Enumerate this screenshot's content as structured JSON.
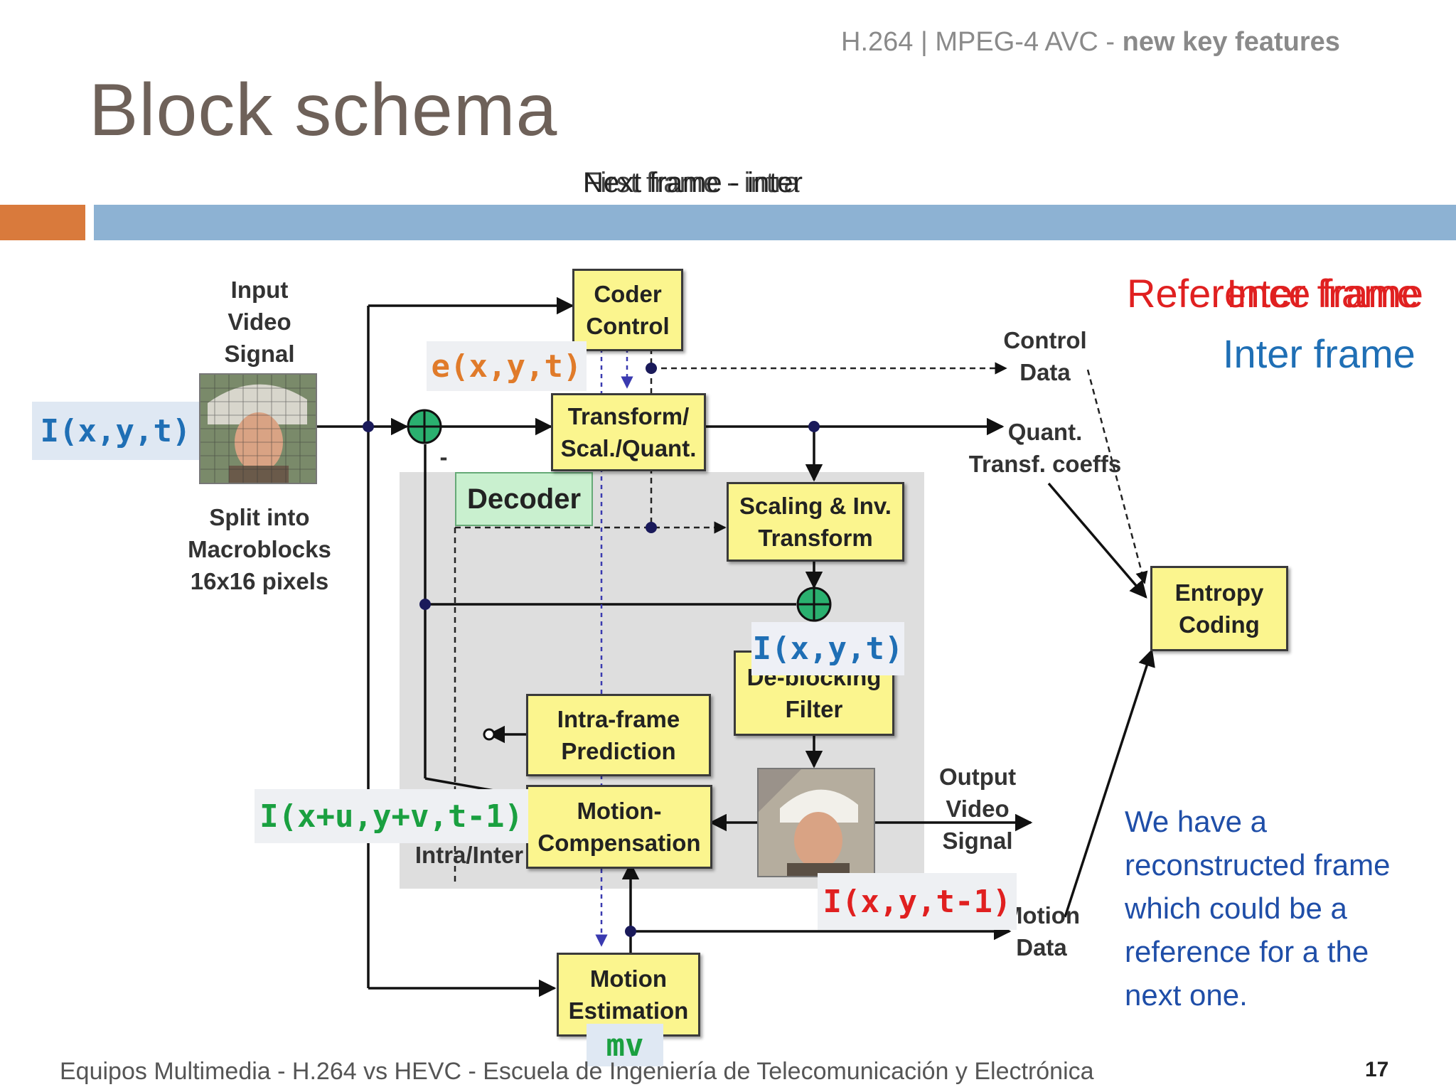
{
  "header": {
    "subtitle_plain": "H.264 | MPEG-4 AVC - ",
    "subtitle_bold": "new key features",
    "title": "Block schema",
    "overlap_text_a": "Next frame - inter",
    "overlap_text_b": "First frame - intra"
  },
  "side": {
    "ref_a": "Reference frame",
    "ref_b": "Inter frame",
    "inter_frame": "Inter frame",
    "note_lines": [
      "We have a",
      "reconstructed frame",
      "which could be a",
      "reference for a the",
      "next one."
    ]
  },
  "diagram": {
    "input_label_lines": [
      "Input",
      "Video",
      "Signal"
    ],
    "split_label_lines": [
      "Split into",
      "Macroblocks",
      "16x16 pixels"
    ],
    "coder_control": [
      "Coder",
      "Control"
    ],
    "transform": [
      "Transform/",
      "Scal./Quant."
    ],
    "decoder": "Decoder",
    "scaling": [
      "Scaling & Inv.",
      "Transform"
    ],
    "deblocking": [
      "De-blocking",
      "Filter"
    ],
    "intra_pred": [
      "Intra-frame",
      "Prediction"
    ],
    "motion_comp": [
      "Motion-",
      "Compensation"
    ],
    "motion_est": [
      "Motion",
      "Estimation"
    ],
    "entropy": [
      "Entropy",
      "Coding"
    ],
    "control_data": [
      "Control",
      "Data"
    ],
    "quant_coeffs": [
      "Quant.",
      "Transf. coeffs"
    ],
    "output_label": [
      "Output",
      "Video",
      "Signal"
    ],
    "motion_data": [
      "Motion",
      "Data"
    ],
    "intra_inter": "Intra/Inter",
    "minus": "-"
  },
  "annotations": {
    "input_signal": "I(x,y,t)",
    "error": "e(x,y,t)",
    "reconstructed": "I(x,y,t)",
    "predicted": "I(x+u,y+v,t-1)",
    "previous": "I(x,y,t-1)",
    "motion_vector": "mv"
  },
  "footer": {
    "text": "Equipos Multimedia - H.264 vs HEVC - Escuela de Ingeniería de Telecomunicación y Electrónica",
    "page": "17"
  },
  "colors": {
    "orange_bar": "#d97a3c",
    "blue_bar": "#8db2d3",
    "block_fill": "#fbf58e",
    "ann_blue": "#1f6fb5",
    "ann_orange": "#e07b2a",
    "ann_green": "#1aa040",
    "ann_red": "#e02020"
  }
}
